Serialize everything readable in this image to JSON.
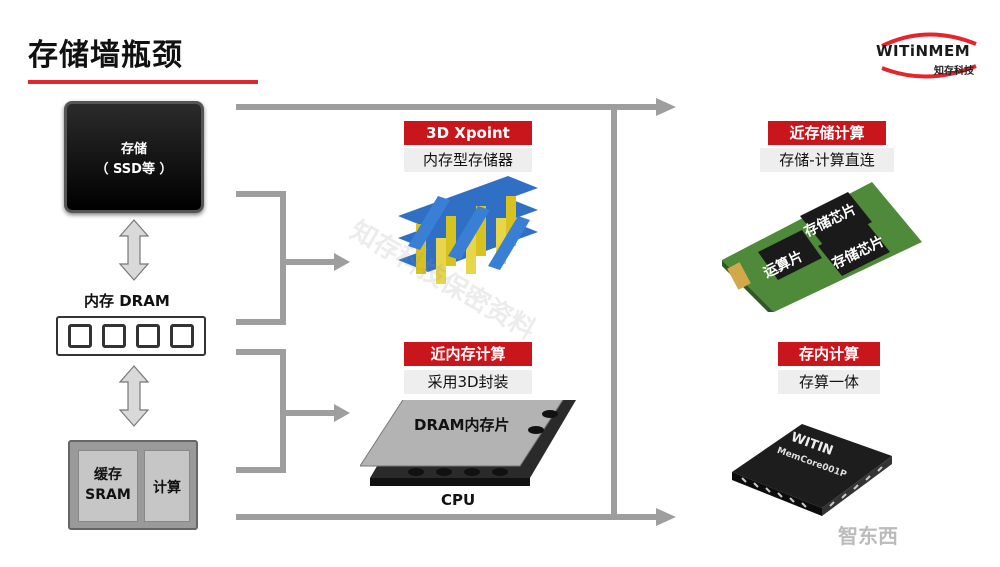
{
  "title": "存储墙瓶颈",
  "logo": {
    "name": "WITiNMEM",
    "sub": "知存科技"
  },
  "left": {
    "ssd_line1": "存储",
    "ssd_line2": "（ SSD等 ）",
    "dram_label": "内存 DRAM",
    "sram_cache_line1": "缓存",
    "sram_cache_line2": "SRAM",
    "sram_calc": "计算"
  },
  "middle": {
    "top": {
      "tag": "3D Xpoint",
      "sub": "内存型存储器"
    },
    "bottom": {
      "tag": "近内存计算",
      "sub": "采用3D封装",
      "upper_layer": "DRAM内存片",
      "lower_layer": "CPU"
    }
  },
  "right": {
    "top": {
      "tag": "近存储计算",
      "sub": "存储-计算直连",
      "chip_a": "存储芯片",
      "chip_b": "运算片",
      "chip_c": "存储芯片"
    },
    "bottom": {
      "tag": "存内计算",
      "sub": "存算一体",
      "brand": "WITIN",
      "model": "MemCore001P"
    }
  },
  "watermark": "知存科技保密资料",
  "corner_mark": "智东西",
  "colors": {
    "accent": "#c9161c",
    "arrow": "#9e9e9e"
  }
}
